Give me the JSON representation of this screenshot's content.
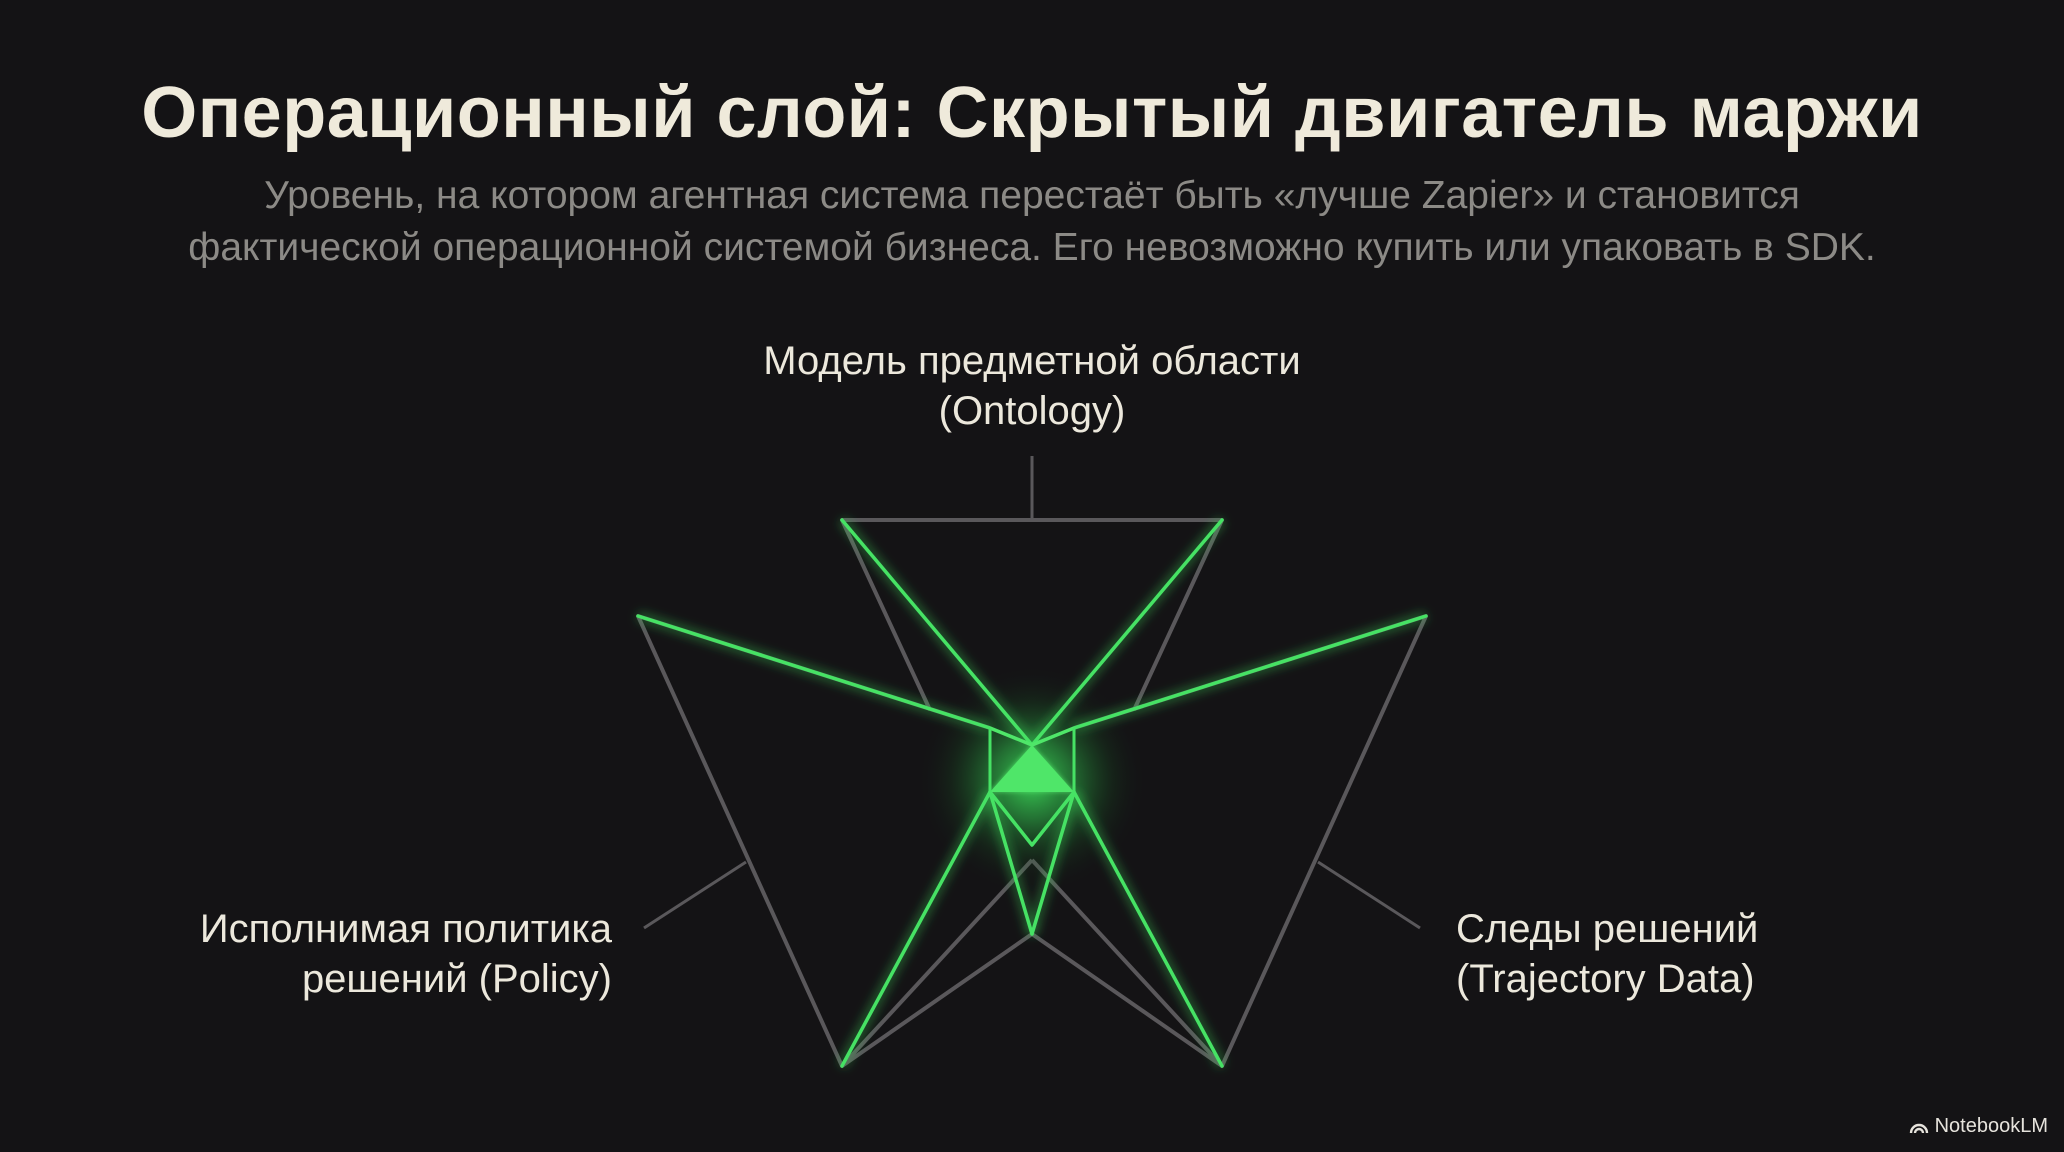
{
  "slide": {
    "title": "Операционный слой: Скрытый двигатель маржи",
    "subtitle_line1": "Уровень, на котором агентная система перестаёт быть «лучше Zapier» и становится",
    "subtitle_line2": "фактической операционной системой бизнеса. Его невозможно купить или упаковать в SDK."
  },
  "diagram": {
    "nodes": [
      {
        "id": "ontology",
        "line1": "Модель предметной области",
        "line2": "(Ontology)"
      },
      {
        "id": "policy",
        "line1": "Исполнимая политика",
        "line2": "решений (Policy)"
      },
      {
        "id": "trajectory",
        "line1": "Следы решений",
        "line2": "(Trajectory Data)"
      }
    ],
    "colors": {
      "background": "#141315",
      "outline": "#5a585b",
      "glow": "#3ddc5a",
      "core": "#52e86c"
    }
  },
  "footer": {
    "brand": "NotebookLM",
    "brand_icon": "notebooklm-logo-icon"
  }
}
